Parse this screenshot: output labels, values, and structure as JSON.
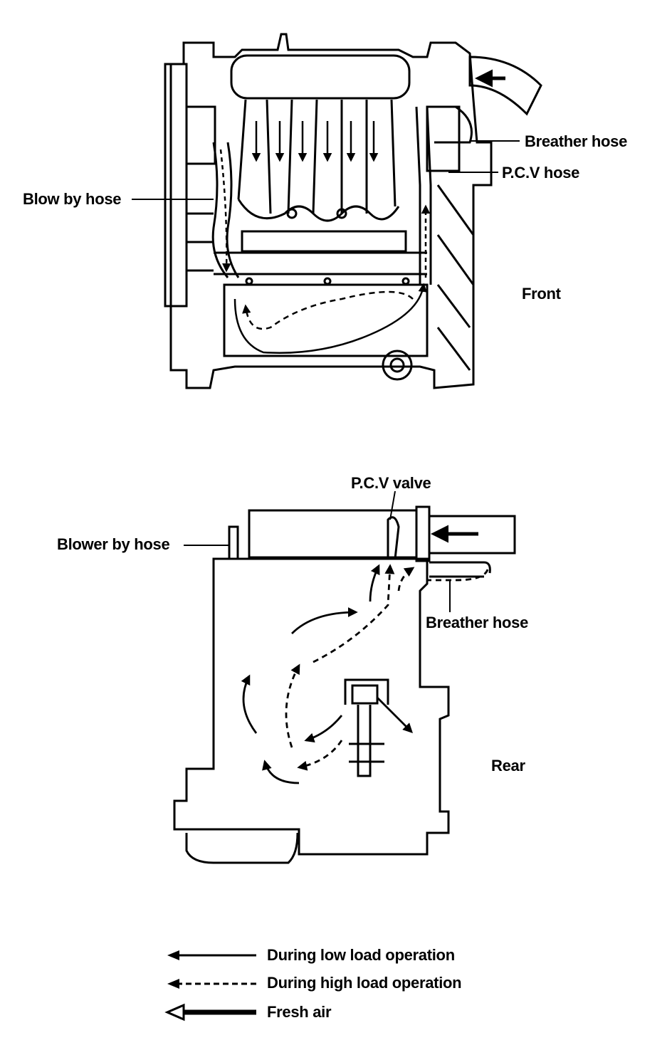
{
  "top_view": {
    "labels": {
      "breather_hose": "Breather hose",
      "pcv_hose": "P.C.V hose",
      "blow_by_hose": "Blow by hose",
      "front": "Front"
    }
  },
  "side_view": {
    "labels": {
      "pcv_valve": "P.C.V valve",
      "blower_by_hose": "Blower by hose",
      "breather_hose": "Breather hose",
      "rear": "Rear"
    }
  },
  "legend": {
    "items": [
      {
        "style": "solid",
        "text": "During low load operation"
      },
      {
        "style": "dashed",
        "text": "During high load operation"
      },
      {
        "style": "fresh-air",
        "text": "Fresh air"
      }
    ]
  }
}
